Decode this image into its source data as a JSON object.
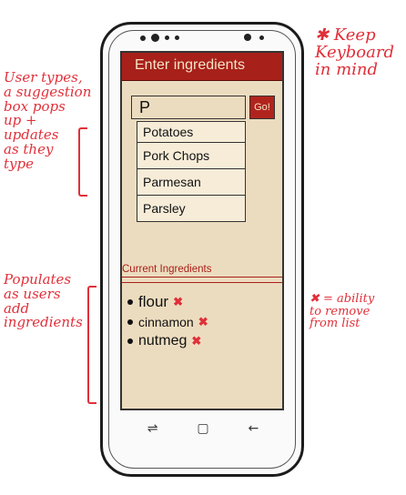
{
  "app": {
    "title": "Enter ingredients",
    "search_value": "P",
    "go_label": "Go!"
  },
  "suggestions": [
    "Potatoes",
    "Pork Chops",
    "Parmesan",
    "Parsley"
  ],
  "current": {
    "title": "Current Ingredients",
    "items": [
      {
        "name": "flour",
        "remove": "✖"
      },
      {
        "name": "cinnamon",
        "remove": "✖"
      },
      {
        "name": "nutmeg",
        "remove": "✖"
      }
    ]
  },
  "annotations": {
    "left_top": "User types,\na suggestion\nbox pops\nup +\nupdates\nas they\ntype",
    "left_bottom": "Populates\nas users\nadd\ningredients",
    "right_top": "✱ Keep\nKeyboard\nin mind",
    "right_mid": "✖ = ability\nto remove\nfrom list"
  },
  "nav": {
    "recent": "⇌",
    "home": "▢",
    "back": "←"
  }
}
